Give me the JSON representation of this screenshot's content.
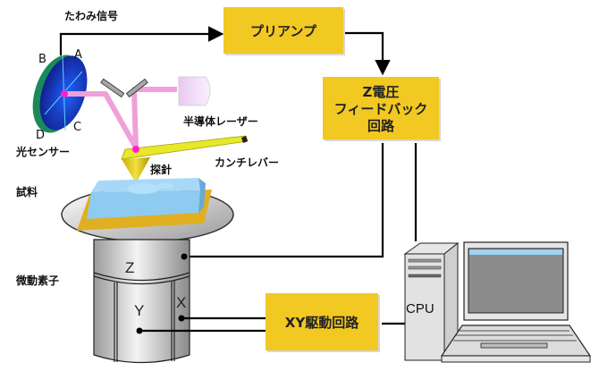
{
  "labels": {
    "deflection_signal": "たわみ信号",
    "photo_sensor": "光センサー",
    "laser": "半導体レーザー",
    "cantilever": "カンチレバー",
    "probe": "探針",
    "sample": "試料",
    "piezo": "微動素子",
    "sensor_quadrants": [
      "A",
      "B",
      "C",
      "D"
    ],
    "piezo_axes": {
      "z": "Z",
      "y": "Y",
      "x": "X"
    },
    "cpu": "CPU"
  },
  "blocks": {
    "preamp": [
      "プリアンプ"
    ],
    "z_feedback": [
      "Z電圧",
      "フィードバック",
      "回路"
    ],
    "xy_drive": [
      "XY駆動回路"
    ]
  },
  "colors": {
    "block_fill": "#f2c822",
    "laser_beam": "#f0a0d8",
    "cantilever": "#e8e82a",
    "sample": "#8ecbf0",
    "sample_plate": "#e0b020",
    "sensor_face": "#1a3fdc",
    "sensor_rim": "#1a8a5a",
    "monitor_screen": "#8c8c8c",
    "monitor_titlebar": "#9fd2f2"
  }
}
